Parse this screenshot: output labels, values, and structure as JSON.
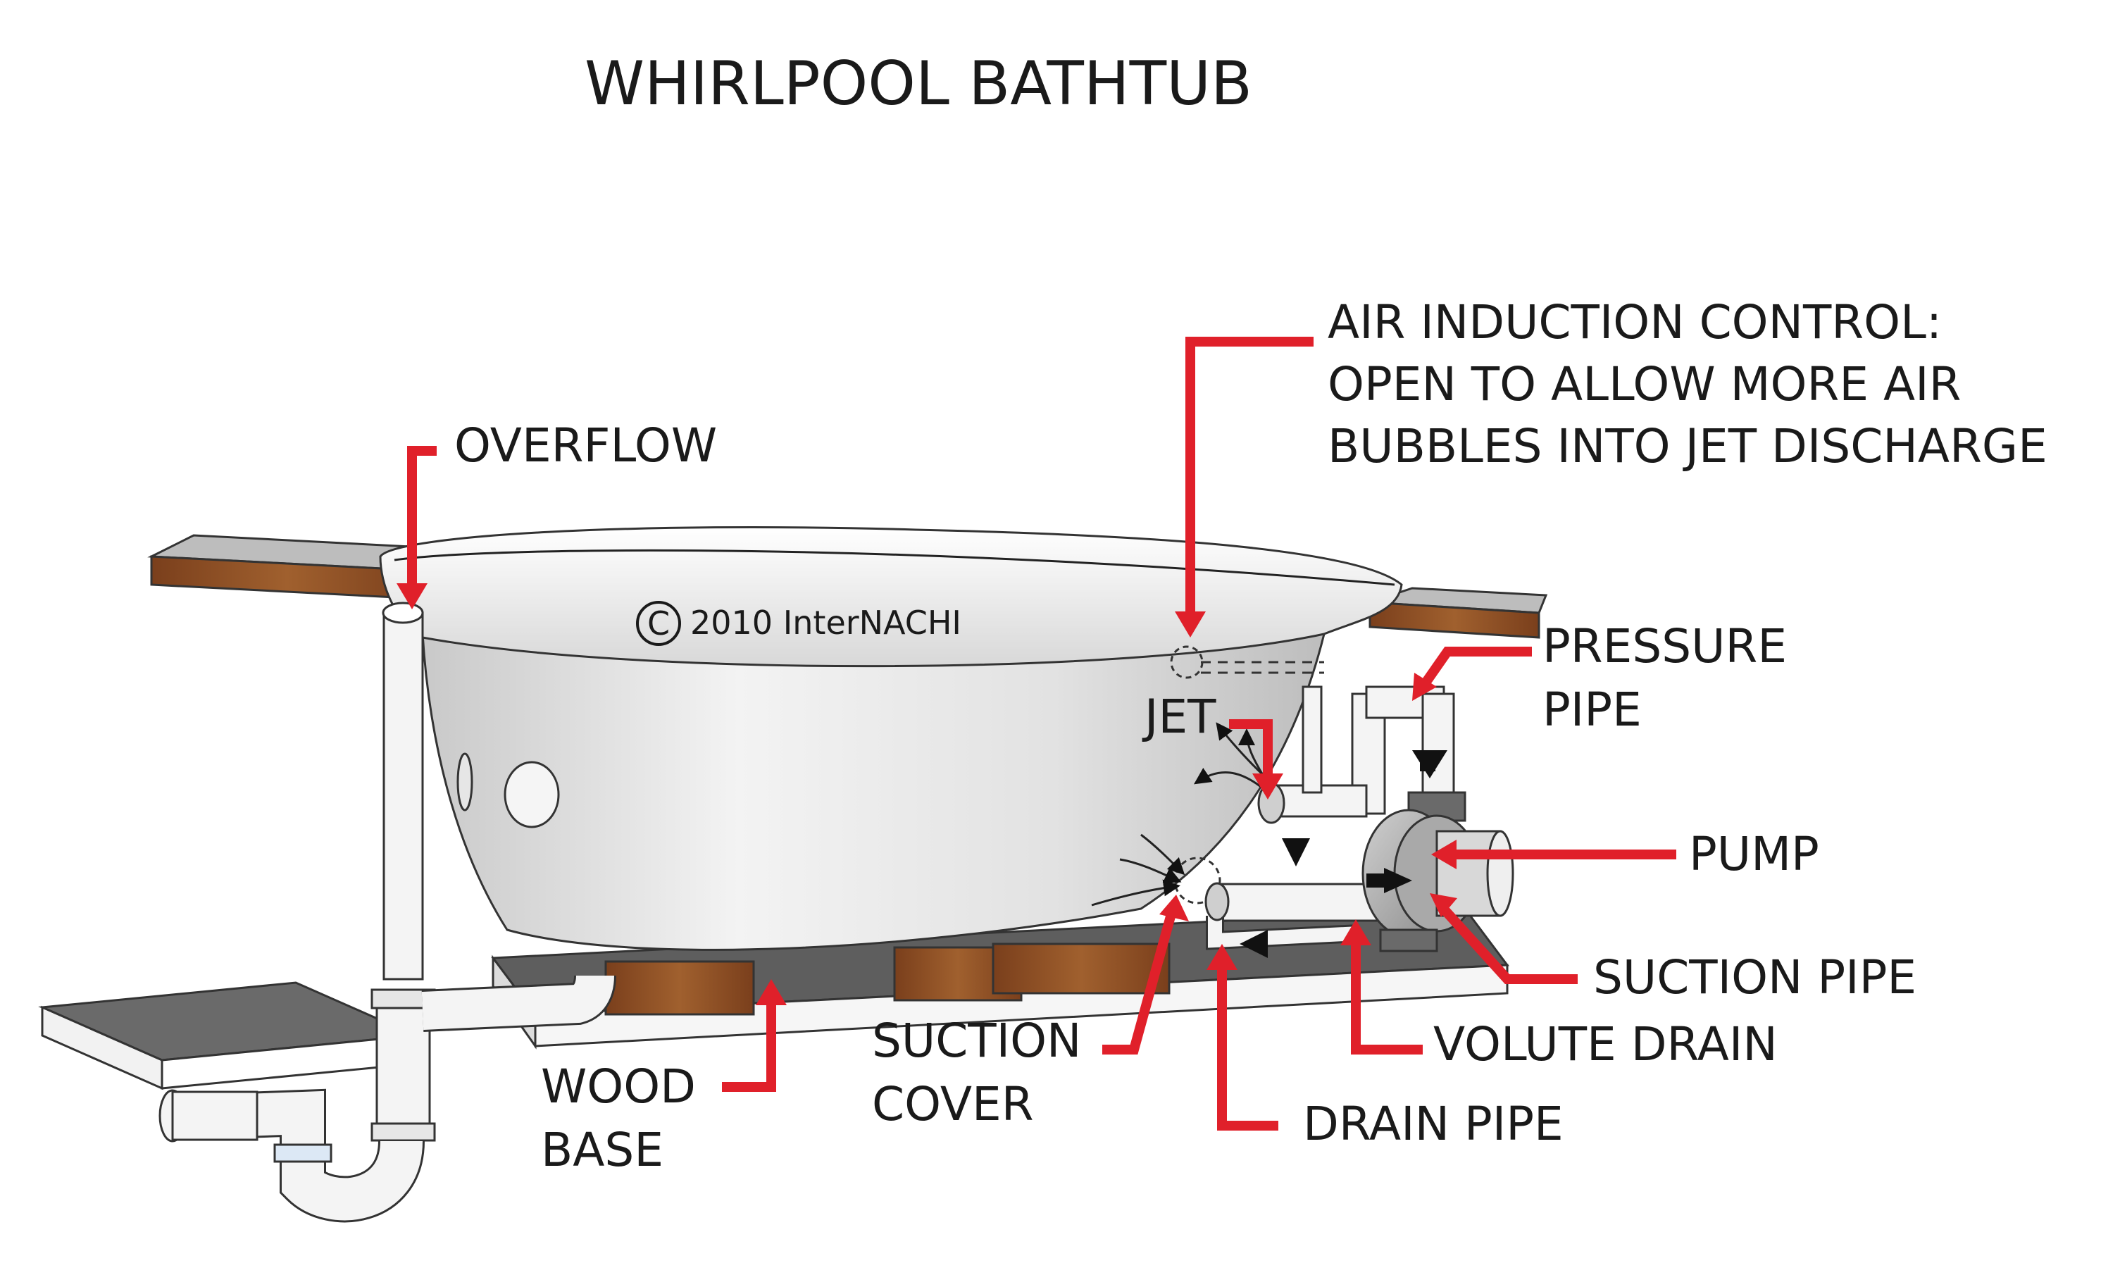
{
  "title": "WHIRLPOOL BATHTUB",
  "copyright": {
    "symbol": "C",
    "text": "2010  InterNACHI"
  },
  "labels": {
    "overflow": "OVERFLOW",
    "air_induction": [
      "AIR INDUCTION CONTROL:",
      "OPEN TO ALLOW MORE AIR",
      "BUBBLES INTO JET DISCHARGE"
    ],
    "pressure_pipe": [
      "PRESSURE",
      "PIPE"
    ],
    "jet": "JET",
    "pump": "PUMP",
    "suction_pipe": "SUCTION PIPE",
    "volute_drain": "VOLUTE DRAIN",
    "suction_cover": [
      "SUCTION",
      "COVER"
    ],
    "drain_pipe": "DRAIN PIPE",
    "wood_base": [
      "WOOD",
      "BASE"
    ]
  },
  "colors": {
    "leader": "#e0202a",
    "wood": "#8a4a22",
    "tub": "#ececec"
  }
}
